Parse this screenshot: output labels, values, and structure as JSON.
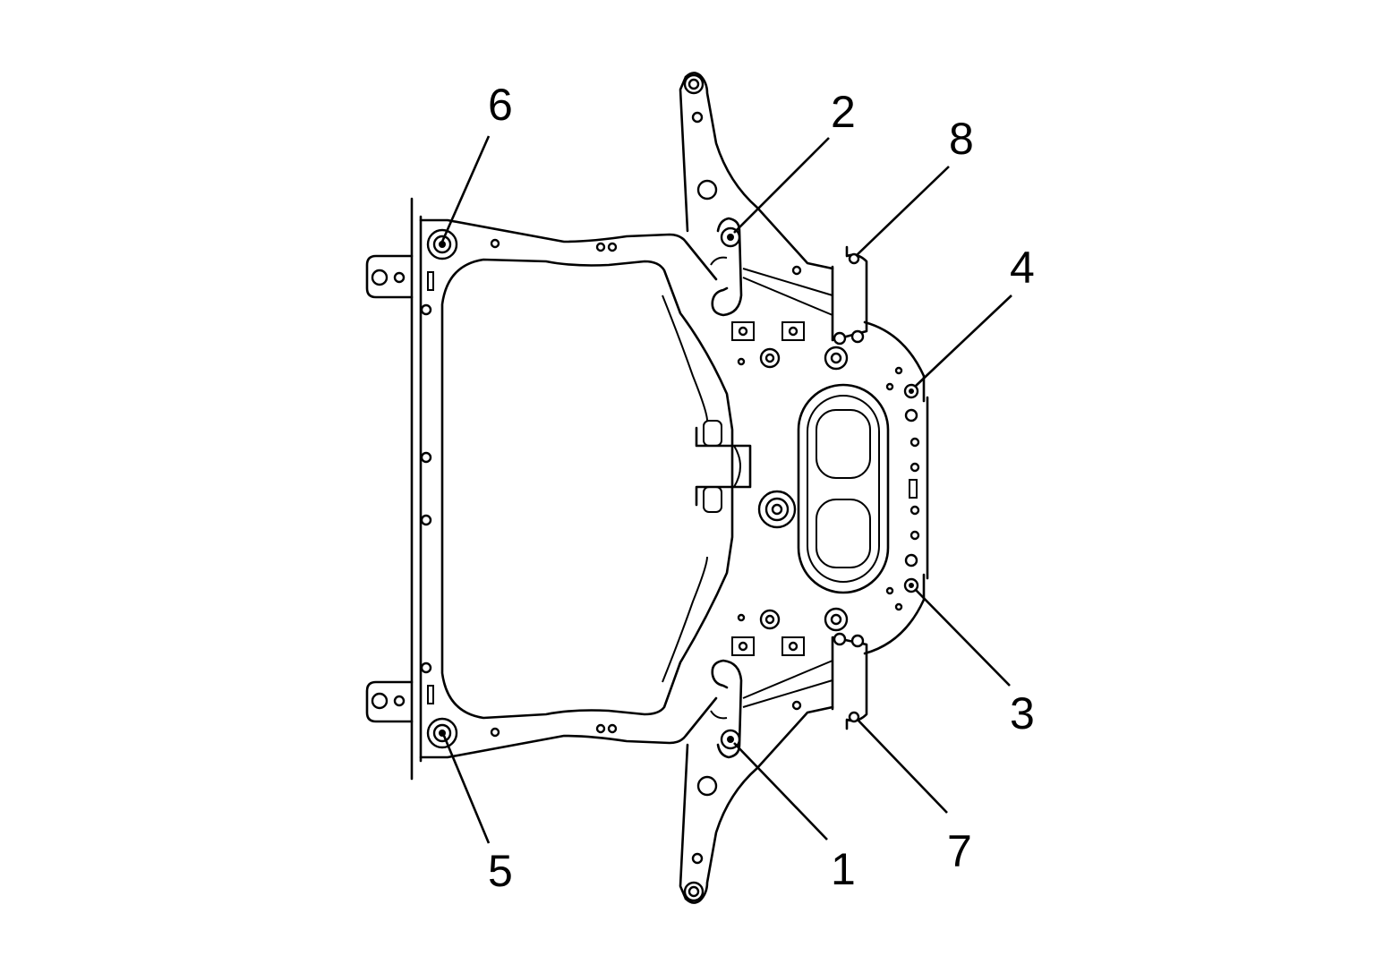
{
  "colors": {
    "line": "#000000",
    "background": "#ffffff"
  },
  "callouts": [
    {
      "id": "1",
      "label": "1"
    },
    {
      "id": "2",
      "label": "2"
    },
    {
      "id": "3",
      "label": "3"
    },
    {
      "id": "4",
      "label": "4"
    },
    {
      "id": "5",
      "label": "5"
    },
    {
      "id": "6",
      "label": "6"
    },
    {
      "id": "7",
      "label": "7"
    },
    {
      "id": "8",
      "label": "8"
    }
  ]
}
